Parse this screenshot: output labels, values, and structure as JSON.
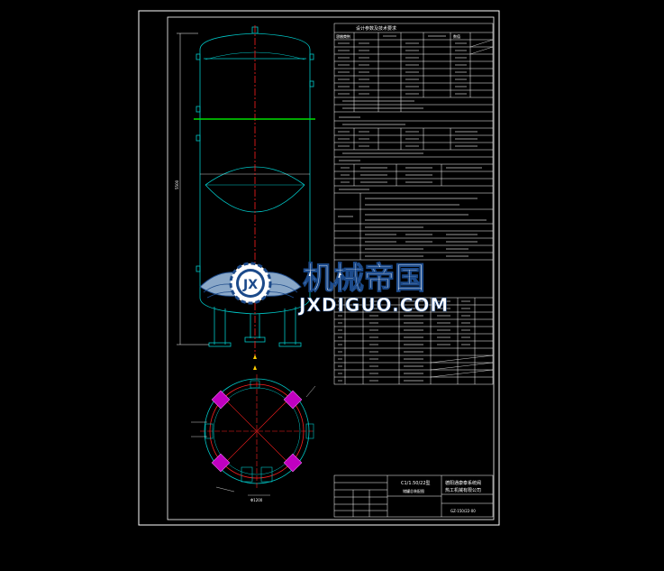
{
  "colors": {
    "background": "#000000",
    "frame": "#ffffff",
    "table_lines": "#00c8c8",
    "vessel_lines": "#00c8c8",
    "centerline": "#ff2020",
    "weld_line": "#00e000",
    "nozzle_fill": "#c000c0",
    "logo_blue": "#1c4a8a"
  },
  "watermark": {
    "name_cn": "机械帝国",
    "domain": "JXDIGUO.COM",
    "emblem_text": "JX",
    "emblem_icon": "gear-wings-logo"
  },
  "title_block": {
    "drawing_name": "C1/1.50/22型",
    "drawing_subtitle": "储罐总装配图",
    "company_line1": "德阳通康泰系统阀",
    "company_line2": "热工机械有限公司",
    "drawing_no": "GZ-150/22-00"
  },
  "design_table": {
    "header": "设计参数及技术要求",
    "col1": "容器类别",
    "col2": "数值"
  },
  "dimensions": {
    "height_label": "5500",
    "diameter_label": "Φ1200"
  }
}
